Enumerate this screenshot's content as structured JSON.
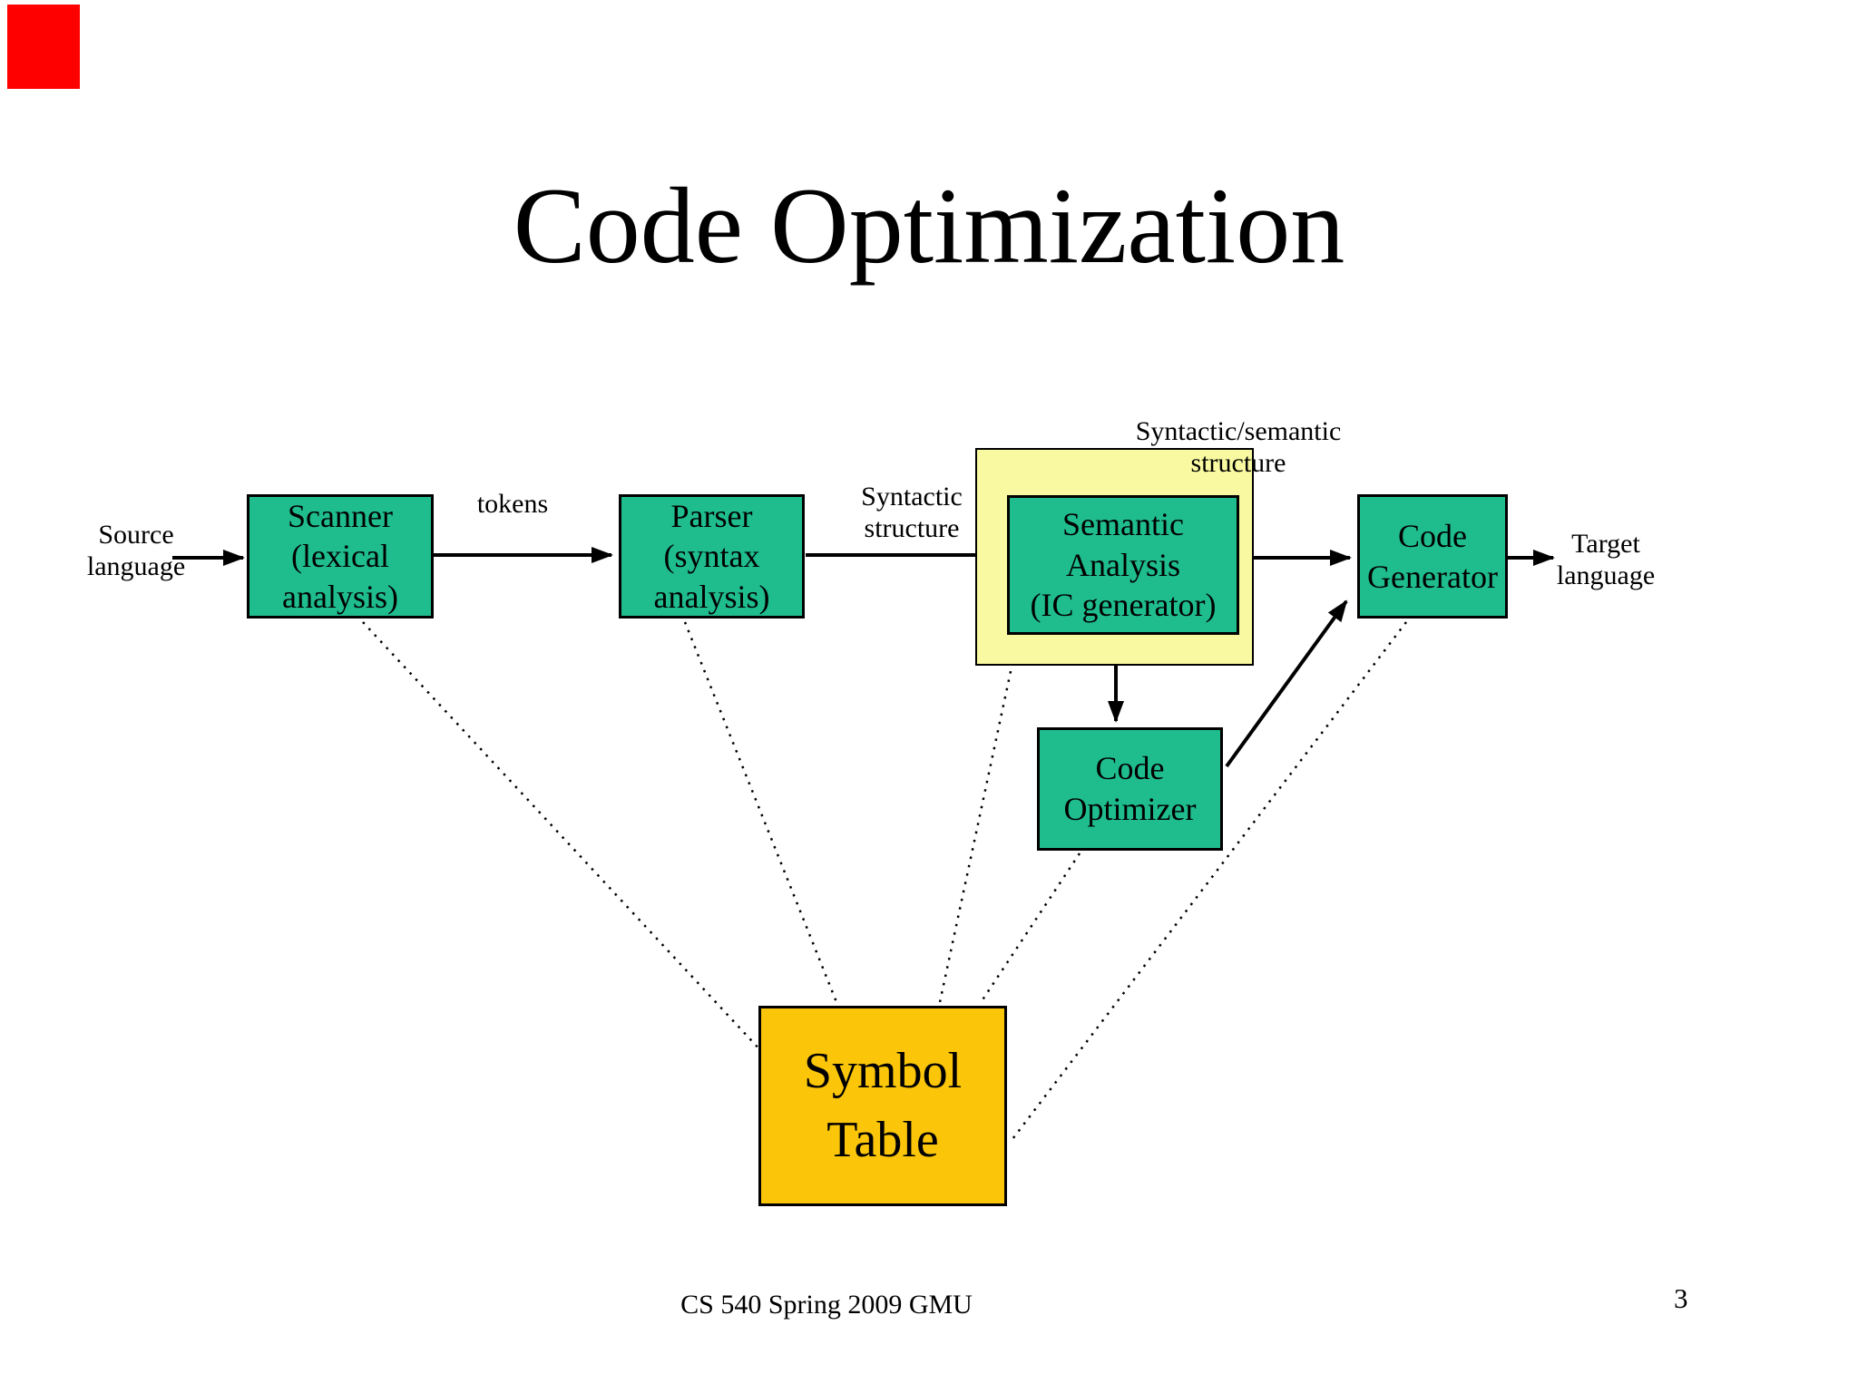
{
  "slide": {
    "title": "Code Optimization",
    "footer": "CS 540 Spring 2009 GMU",
    "page_number": "3"
  },
  "colors": {
    "component_green": "#1fbd8e",
    "highlight_yellow": "#f8f9a0",
    "symbol_table_gold": "#fbc609",
    "marker_red": "#ff0000",
    "line_black": "#000000"
  },
  "boxes": {
    "scanner": {
      "lines": [
        "Scanner",
        "(lexical",
        "analysis)"
      ]
    },
    "parser": {
      "lines": [
        "Parser",
        "(syntax",
        "analysis)"
      ]
    },
    "semantic_analysis": {
      "lines": [
        "Semantic",
        "Analysis",
        "(IC generator)"
      ]
    },
    "code_generator": {
      "lines": [
        "Code",
        "Generator"
      ]
    },
    "code_optimizer": {
      "lines": [
        "Code",
        "Optimizer"
      ]
    },
    "symbol_table": {
      "lines": [
        "Symbol",
        "Table"
      ]
    }
  },
  "labels": {
    "source_language": {
      "lines": [
        "Source",
        "language"
      ]
    },
    "tokens": {
      "text": "tokens"
    },
    "syntactic_structure": {
      "lines": [
        "Syntactic",
        "structure"
      ]
    },
    "syntactic_semantic_structure": {
      "lines": [
        "Syntactic/semantic",
        "structure"
      ]
    },
    "target_language": {
      "lines": [
        "Target",
        "language"
      ]
    }
  }
}
